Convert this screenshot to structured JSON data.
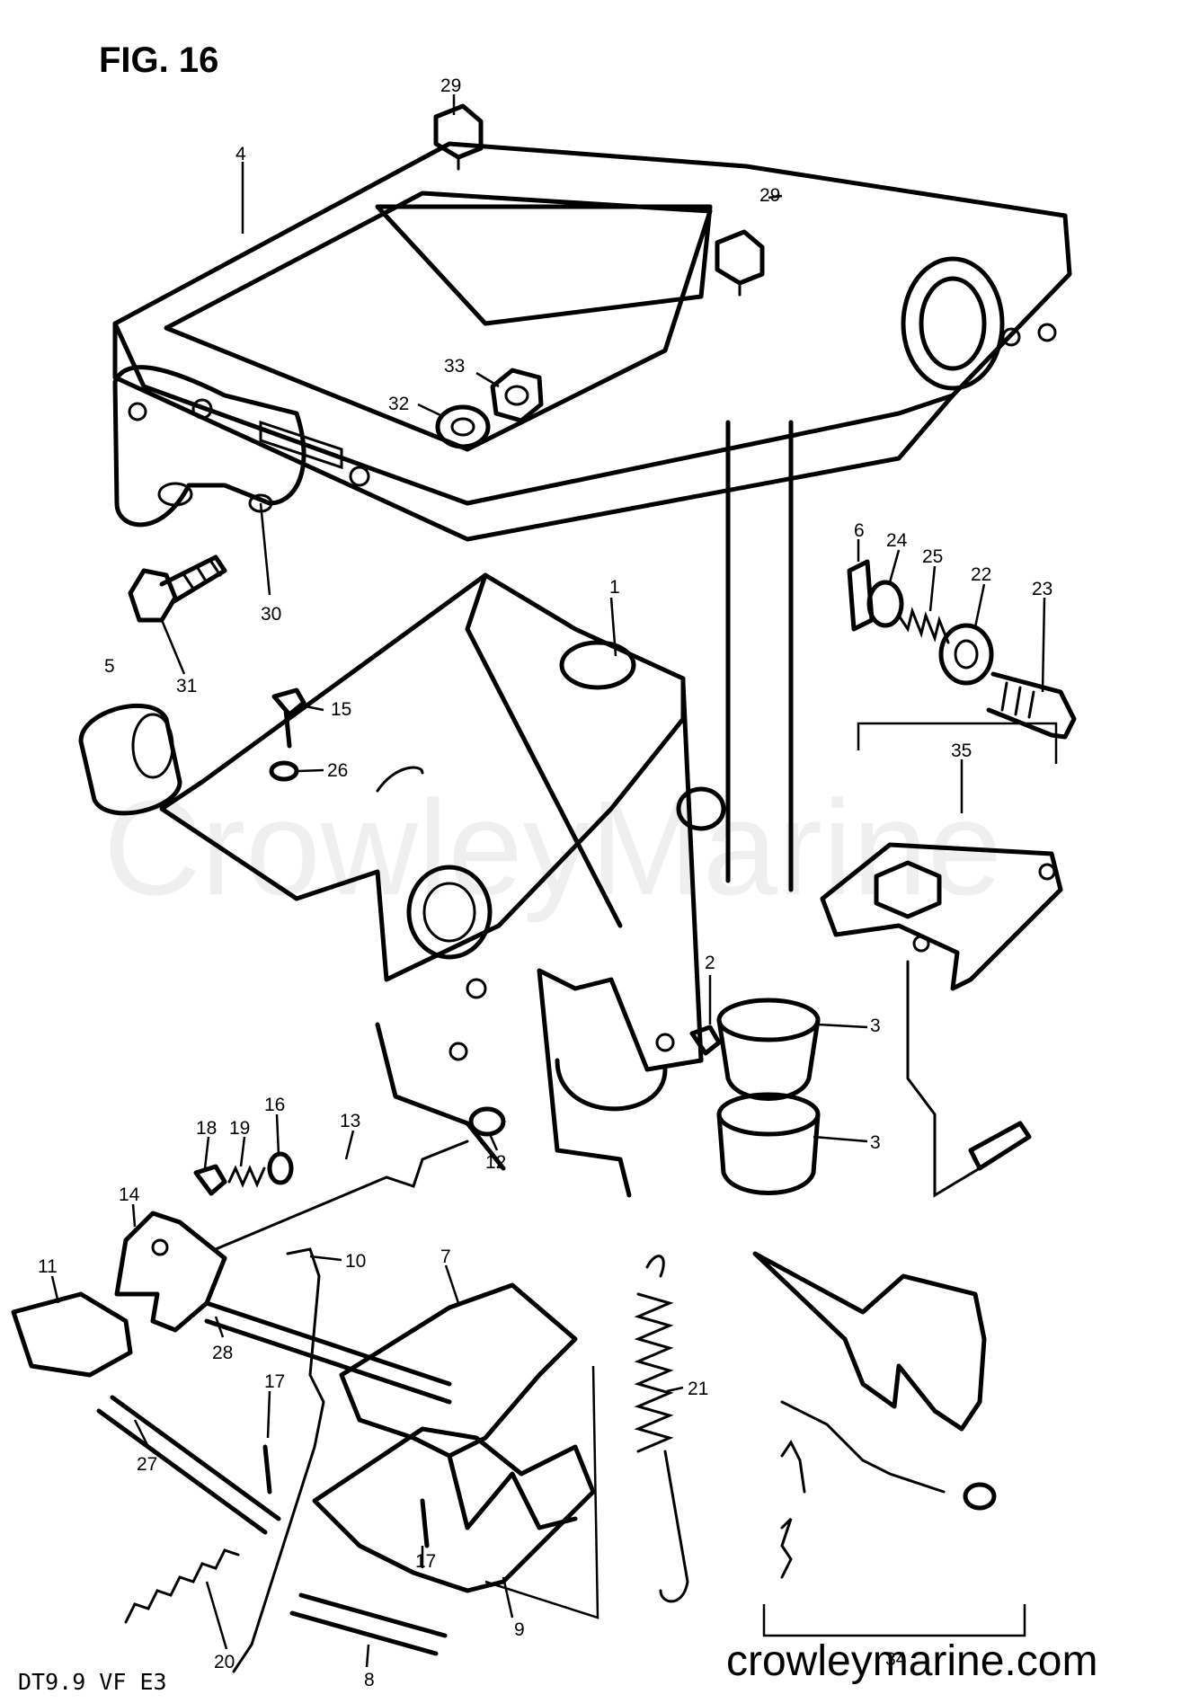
{
  "figure": {
    "title": "FIG. 16",
    "model_code": "DT9.9  VF  E3",
    "watermark": "CrowleyMarine",
    "website": "crowleymarine.com"
  },
  "part_labels": {
    "p1": "1",
    "p2": "2",
    "p3a": "3",
    "p3b": "3",
    "p4": "4",
    "p5": "5",
    "p6": "6",
    "p7": "7",
    "p8": "8",
    "p9": "9",
    "p10": "10",
    "p11": "11",
    "p12": "12",
    "p13": "13",
    "p14": "14",
    "p15": "15",
    "p16": "16",
    "p17a": "17",
    "p17b": "17",
    "p18": "18",
    "p19": "19",
    "p20": "20",
    "p21": "21",
    "p22": "22",
    "p23": "23",
    "p24": "24",
    "p25": "25",
    "p26": "26",
    "p27": "27",
    "p28": "28",
    "p29a": "29",
    "p29b": "29",
    "p30": "30",
    "p31": "31",
    "p32": "32",
    "p33": "33",
    "p34": "34",
    "p35": "35"
  },
  "colors": {
    "line": "#000000",
    "background": "#ffffff"
  }
}
